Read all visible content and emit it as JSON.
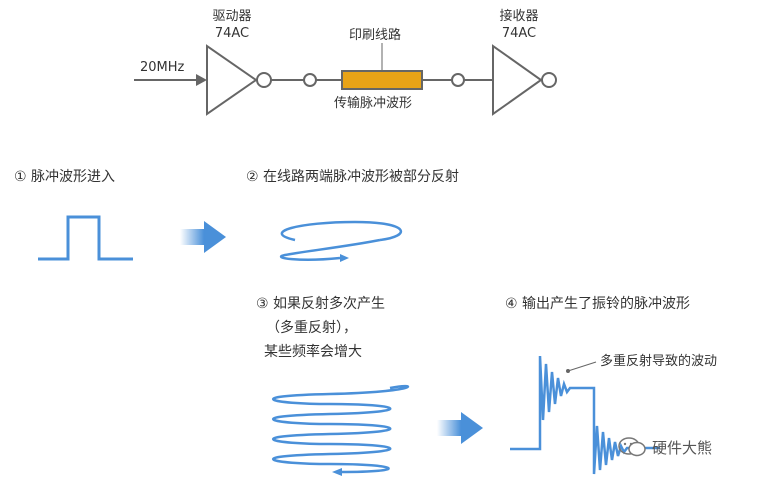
{
  "top_diagram": {
    "driver_label": "驱动器",
    "driver_part": "74AC",
    "input_freq": "20MHz",
    "pcb_label": "印刷线路",
    "pulse_label": "传输脉冲波形",
    "receiver_label": "接收器",
    "receiver_part": "74AC"
  },
  "steps": [
    {
      "text": "① 脉冲波形进入"
    },
    {
      "text": "② 在线路两端脉冲波形被部分反射"
    },
    {
      "text_lines": [
        "③ 如果反射多次产生",
        "（多重反射），",
        "某些频率会增大"
      ]
    },
    {
      "text": "④ 输出产生了振铃的脉冲波形"
    }
  ],
  "ringing_annotation": "多重反射导致的波动",
  "watermark": {
    "text": "硬件大熊",
    "icon": "chat-bubble-icon"
  },
  "colors": {
    "wave_blue": "#4a90d9",
    "pcb_orange": "#e8a317",
    "gate_gray": "#666666"
  }
}
